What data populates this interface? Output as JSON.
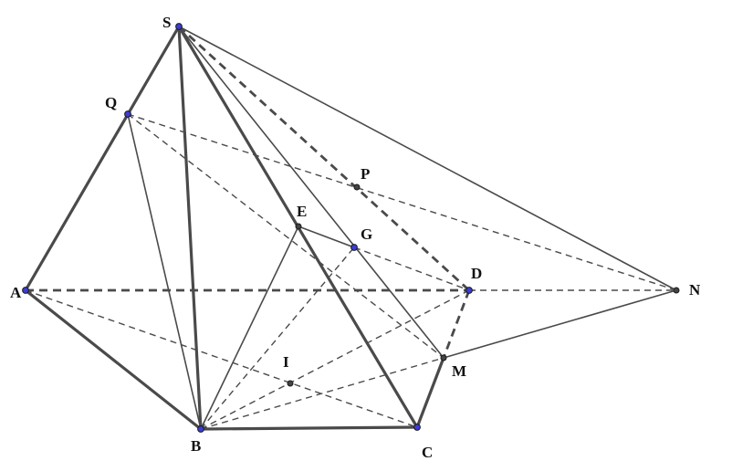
{
  "figure": {
    "labels": {
      "S": "S",
      "Q": "Q",
      "P": "P",
      "E": "E",
      "G": "G",
      "D": "D",
      "N": "N",
      "A": "A",
      "M": "M",
      "I": "I",
      "B": "B",
      "C": "C"
    },
    "colors": {
      "line": "#4a4a4a",
      "vertex_fill": "#3b3bd6",
      "construction_point_fill": "#444444"
    }
  }
}
